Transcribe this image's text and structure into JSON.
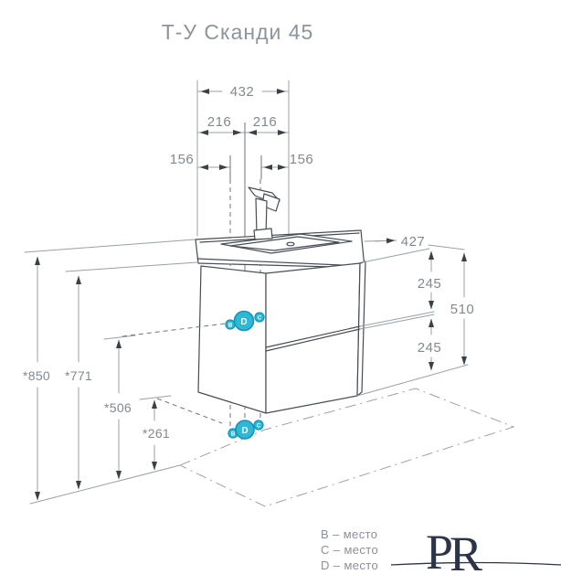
{
  "title": "Т-У Сканди 45",
  "dims": {
    "top_width": "432",
    "half_left": "216",
    "half_right": "216",
    "offset_left": "156",
    "offset_right": "156",
    "depth": "427",
    "right_upper": "245",
    "right_total": "510",
    "right_lower": "245",
    "height_total": "*850",
    "height_rim_bottom": "*771",
    "height_mid": "*506",
    "height_low": "*261"
  },
  "markers": {
    "upper": {
      "left": "B",
      "center": "D",
      "right": "C"
    },
    "lower": {
      "left": "B",
      "center": "D",
      "right": "C"
    }
  },
  "legend": {
    "lines": [
      "B – место",
      "C – место",
      "D – место"
    ]
  },
  "logo": {
    "p": "P",
    "r": "R"
  },
  "colors": {
    "marker_fill": "#2db8d8",
    "marker_stroke": "#1594b5",
    "outline": "#474d54",
    "dimension": "#99a0a7",
    "label_text": "#82898f",
    "logo": "#2c3446"
  }
}
